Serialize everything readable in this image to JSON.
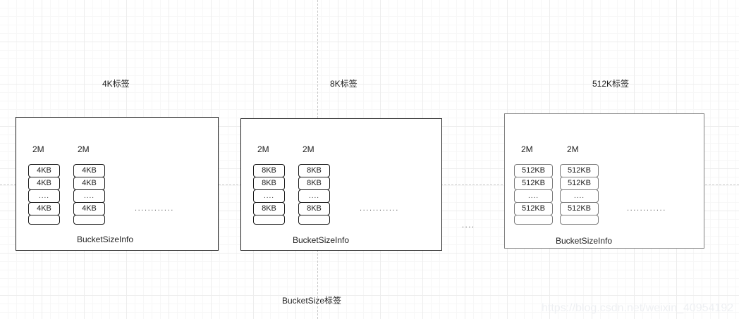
{
  "diagram": {
    "bottom_label": "BucketSize标签",
    "watermark": "https://blog.csdn.net/weixin_40954192",
    "gap_ellipsis": "....",
    "colors": {
      "canvas_background": "#ffffff",
      "grid_minor": "#f7f7f7",
      "grid_major": "#ededed",
      "guide_dashed": "#c9c9c9",
      "border_dark": "#1b1b1b",
      "border_gray": "#7d7d7d",
      "text": "#222222",
      "watermark": "#eef0f3"
    },
    "guides": {
      "vertical_x": [
        450
      ],
      "horizontal_y": [
        262
      ]
    },
    "groups": [
      {
        "title": "4K标签",
        "border_style": "dark",
        "caption": "BucketSizeInfo",
        "row_ellipsis": "............",
        "columns": [
          {
            "label": "2M",
            "cells": [
              "4KB",
              "4KB",
              "....",
              "4KB",
              ""
            ]
          },
          {
            "label": "2M",
            "cells": [
              "4KB",
              "4KB",
              "....",
              "4KB",
              ""
            ]
          }
        ]
      },
      {
        "title": "8K标签",
        "border_style": "dark",
        "caption": "BucketSizeInfo",
        "row_ellipsis": "............",
        "columns": [
          {
            "label": "2M",
            "cells": [
              "8KB",
              "8KB",
              "....",
              "8KB",
              ""
            ]
          },
          {
            "label": "2M",
            "cells": [
              "8KB",
              "8KB",
              "....",
              "8KB",
              ""
            ]
          }
        ]
      },
      {
        "title": "512K标签",
        "border_style": "gray",
        "caption": "BucketSizeInfo",
        "row_ellipsis": "............",
        "columns": [
          {
            "label": "2M",
            "cells": [
              "512KB",
              "512KB",
              "....",
              "512KB",
              ""
            ]
          },
          {
            "label": "2M",
            "cells": [
              "512KB",
              "512KB",
              "....",
              "512KB",
              ""
            ]
          }
        ]
      }
    ]
  }
}
